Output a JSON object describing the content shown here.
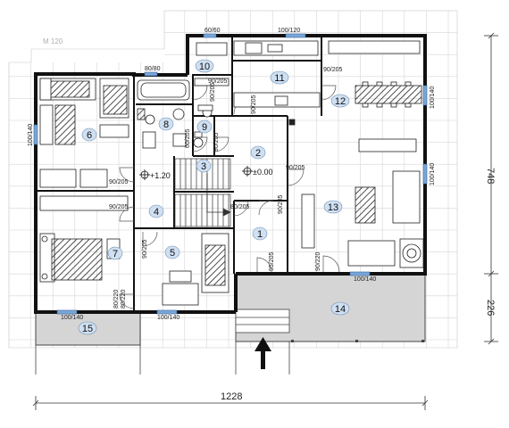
{
  "grid_label": "M 120",
  "rooms": [
    {
      "n": "1"
    },
    {
      "n": "2"
    },
    {
      "n": "3"
    },
    {
      "n": "4"
    },
    {
      "n": "5"
    },
    {
      "n": "6"
    },
    {
      "n": "7"
    },
    {
      "n": "8"
    },
    {
      "n": "9"
    },
    {
      "n": "10"
    },
    {
      "n": "11"
    },
    {
      "n": "12"
    },
    {
      "n": "13"
    },
    {
      "n": "14"
    },
    {
      "n": "15"
    }
  ],
  "levels": [
    "+1.20",
    "±0.00"
  ],
  "openings": {
    "w_60_60": "60/60",
    "w_100_120": "100/120",
    "w_80_80": "80/80",
    "w_100_140_left": "100/140",
    "w_100_140_right_a": "100/140",
    "w_100_140_right_b": "100/140",
    "w_100_140_bottom_a": "100/140",
    "w_100_140_bottom_b": "100/140",
    "w_100_140_bottom_c": "100/140",
    "d_90_205_k": "90/205",
    "d_90_205_10": "90/205",
    "d_90_205_12": "90/205",
    "d_90_205_8": "90/205",
    "d_90_205_9": "90/205",
    "d_90_205_6": "90/205",
    "d_90_205_7": "90/205",
    "d_90_205_5": "90/205",
    "d_90_205_13": "90/205",
    "d_90_205_2": "90/205",
    "d_80_205": "80/205",
    "d_60_205": "60/205",
    "d_80_220_a": "80/220",
    "d_80_220_b": "80/220",
    "d_90_220": "90/220",
    "d_95_205": "95/205"
  },
  "dimensions": {
    "total_width": "1228",
    "house_depth": "748",
    "terrace_depth": "226"
  }
}
